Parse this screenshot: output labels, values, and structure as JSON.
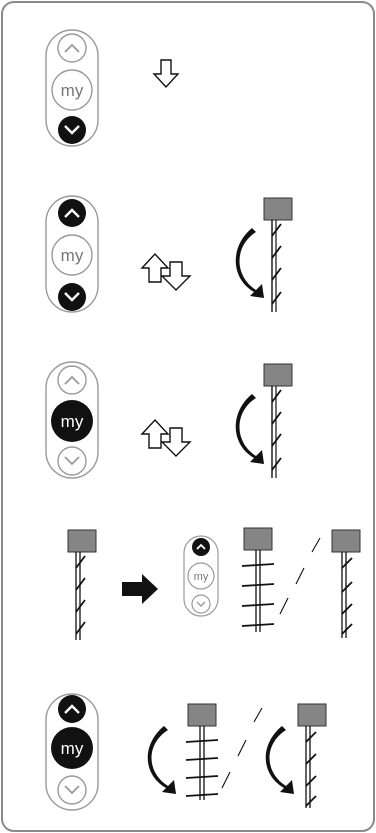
{
  "remote": {
    "up_symbol": "up-chevron",
    "down_symbol": "down-chevron",
    "my_label": "my"
  },
  "steps": [
    {
      "up": "off",
      "my": "off",
      "down": "on",
      "action_icon": "down-arrow-icon"
    },
    {
      "up": "on",
      "my": "off",
      "down": "on",
      "action_icon": "up-down-arrows-icon",
      "result": "blind-jog"
    },
    {
      "up": "off",
      "my": "on",
      "down": "off",
      "action_icon": "up-down-arrows-icon",
      "result": "blind-jog"
    },
    {
      "up": "on",
      "my": "off",
      "down": "off",
      "action_icon": "arrow-right-icon",
      "result": "slat-choice"
    },
    {
      "up": "on",
      "my": "on",
      "down": "off",
      "action_icon": "none",
      "result": "slat-choice-jog"
    }
  ],
  "colors": {
    "frame": "#8a8a8a",
    "active_button": "#111111",
    "inactive_stroke": "#9a9a9a",
    "motor_box": "#858585",
    "line": "#111111"
  }
}
